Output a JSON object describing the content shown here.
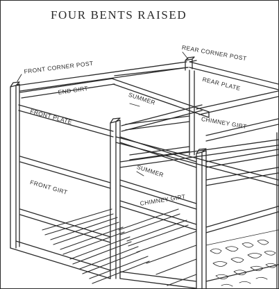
{
  "title": "FOUR BENTS RAISED",
  "labels": {
    "front_corner_post": "FRONT CORNER POST",
    "rear_corner_post": "REAR CORNER POST",
    "end_girt": "END GIRT",
    "summer_upper": "SUMMER",
    "rear_plate": "REAR PLATE",
    "front_plate": "FRONT PLATE",
    "chimney_girt_upper": "CHIMNEY GIRT",
    "summer_lower": "SUMMER",
    "front_girt": "FRONT GIRT",
    "chimney_girt_lower": "CHIMNEY GIRT"
  },
  "colors": {
    "ink": "#2a2a2a",
    "paper": "#ffffff"
  }
}
